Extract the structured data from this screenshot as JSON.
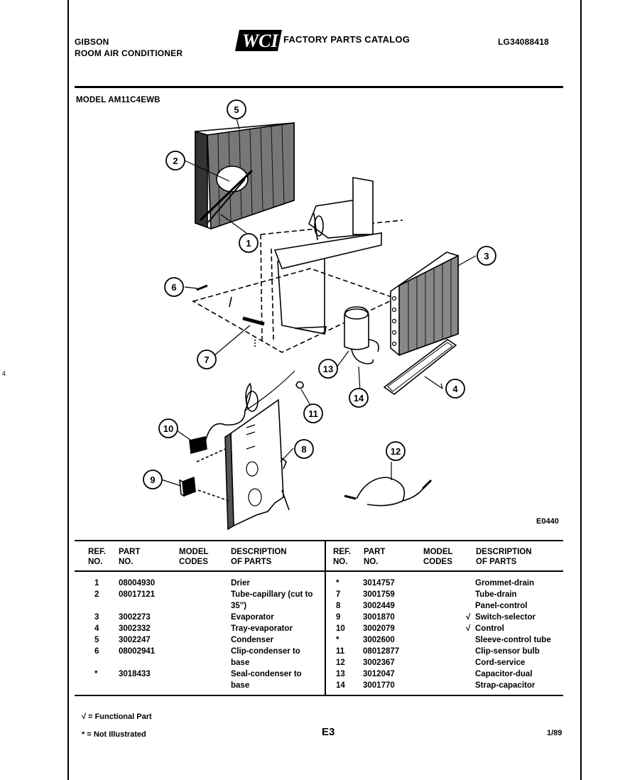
{
  "header": {
    "brand": "GIBSON",
    "product": "ROOM AIR CONDITIONER",
    "logo": "WCI",
    "catalog_title": "FACTORY PARTS CATALOG",
    "doc_number": "LG34088418"
  },
  "model_line": "MODEL AM11C4EWB",
  "diagram": {
    "code": "E0440",
    "callouts": [
      "1",
      "2",
      "3",
      "4",
      "5",
      "6",
      "7",
      "8",
      "9",
      "10",
      "11",
      "12",
      "13",
      "14"
    ]
  },
  "table": {
    "headers": {
      "ref": [
        "REF.",
        "NO."
      ],
      "part": [
        "PART",
        "NO."
      ],
      "model": [
        "MODEL",
        "CODES"
      ],
      "desc": [
        "DESCRIPTION",
        "OF PARTS"
      ]
    },
    "left_rows": [
      {
        "ref": "1",
        "part": "08004930",
        "mark": "",
        "desc": "Drier"
      },
      {
        "ref": "2",
        "part": "08017121",
        "mark": "",
        "desc": "Tube-capillary (cut to"
      },
      {
        "ref": "",
        "part": "",
        "mark": "",
        "desc": "35\")"
      },
      {
        "ref": "3",
        "part": "3002273",
        "mark": "",
        "desc": "Evaporator"
      },
      {
        "ref": "4",
        "part": "3002332",
        "mark": "",
        "desc": "Tray-evaporator"
      },
      {
        "ref": "5",
        "part": "3002247",
        "mark": "",
        "desc": "Condenser"
      },
      {
        "ref": "6",
        "part": "08002941",
        "mark": "",
        "desc": "Clip-condenser to"
      },
      {
        "ref": "",
        "part": "",
        "mark": "",
        "desc": "base"
      },
      {
        "ref": "*",
        "part": "3018433",
        "mark": "",
        "desc": "Seal-condenser to"
      },
      {
        "ref": "",
        "part": "",
        "mark": "",
        "desc": "base"
      }
    ],
    "right_rows": [
      {
        "ref": "*",
        "part": "3014757",
        "mark": "",
        "desc": "Grommet-drain"
      },
      {
        "ref": "7",
        "part": "3001759",
        "mark": "",
        "desc": "Tube-drain"
      },
      {
        "ref": "8",
        "part": "3002449",
        "mark": "",
        "desc": "Panel-control"
      },
      {
        "ref": "9",
        "part": "3001870",
        "mark": "√",
        "desc": "Switch-selector"
      },
      {
        "ref": "10",
        "part": "3002079",
        "mark": "√",
        "desc": "Control"
      },
      {
        "ref": "*",
        "part": "3002600",
        "mark": "",
        "desc": "Sleeve-control tube"
      },
      {
        "ref": "11",
        "part": "08012877",
        "mark": "",
        "desc": "Clip-sensor bulb"
      },
      {
        "ref": "12",
        "part": "3002367",
        "mark": "",
        "desc": "Cord-service"
      },
      {
        "ref": "13",
        "part": "3012047",
        "mark": "",
        "desc": "Capacitor-dual"
      },
      {
        "ref": "14",
        "part": "3001770",
        "mark": "",
        "desc": "Strap-capacitor"
      }
    ]
  },
  "footer": {
    "legend_functional": "√ = Functional Part",
    "legend_not_illustrated": "* = Not Illustrated",
    "page_code": "E3",
    "date": "1/89"
  },
  "margin_mark": "4"
}
